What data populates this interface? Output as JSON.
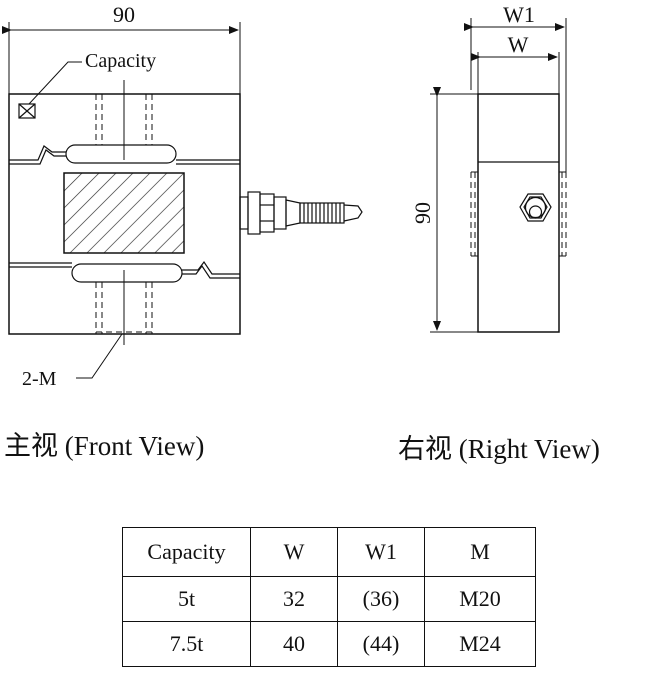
{
  "front_view": {
    "width_dim": "90",
    "capacity_label": "Capacity",
    "thread_label": "2-M",
    "caption": "主视 (Front View)"
  },
  "right_view": {
    "w1_label": "W1",
    "w_label": "W",
    "height_dim": "90",
    "caption": "右视 (Right View)"
  },
  "table": {
    "headers": [
      "Capacity",
      "W",
      "W1",
      "M"
    ],
    "rows": [
      [
        "5t",
        "32",
        "(36)",
        "M20"
      ],
      [
        "7.5t",
        "40",
        "(44)",
        "M24"
      ]
    ]
  }
}
